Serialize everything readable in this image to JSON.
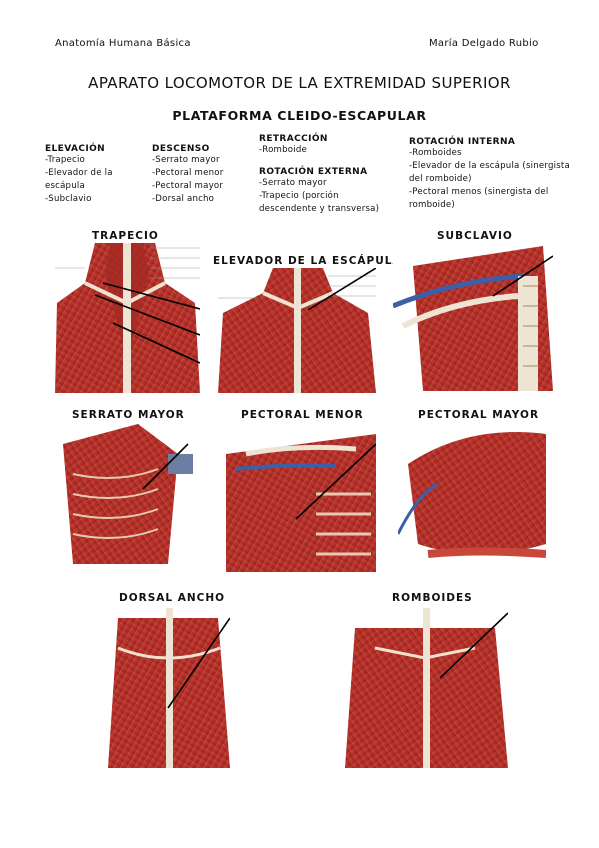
{
  "header": {
    "left": "Anatomía Humana Básica",
    "right": "María Delgado Rubio"
  },
  "title": "APARATO LOCOMOTOR DE LA EXTREMIDAD SUPERIOR",
  "subtitle": "PLATAFORMA CLEIDO-ESCAPULAR",
  "movements": {
    "elevacion": {
      "heading": "ELEVACIÓN",
      "items": [
        "-Trapecio",
        "-Elevador de la",
        "escápula",
        "-Subclavio"
      ]
    },
    "descenso": {
      "heading": "DESCENSO",
      "items": [
        "-Serrato mayor",
        "-Pectoral menor",
        "-Pectoral mayor",
        "-Dorsal ancho"
      ]
    },
    "retraccion": {
      "heading": "RETRACCIÓN",
      "items": [
        "-Romboide"
      ]
    },
    "rotacion_externa": {
      "heading": "ROTACIÓN EXTERNA",
      "items": [
        "-Serrato mayor",
        "-Trapecio (porción",
        "descendente y transversa)"
      ]
    },
    "rotacion_interna": {
      "heading": "ROTACIÓN INTERNA",
      "items": [
        "-Romboides",
        "-Elevador de la escápula (sinergista",
        "del romboide)",
        "-Pectoral menos (sinergista del",
        "romboide)"
      ]
    }
  },
  "muscles": {
    "trapecio": "TRAPECIO",
    "elevador": "ELEVADOR DE LA ESCÁPULA",
    "subclavio": "SUBCLAVIO",
    "serrato": "SERRATO MAYOR",
    "pectoral_menor": "PECTORAL MENOR",
    "pectoral_mayor": "PECTORAL MAYOR",
    "dorsal": "DORSAL ANCHO",
    "romboides": "ROMBOIDES"
  },
  "colors": {
    "muscle": "#b8322a",
    "muscle_dark": "#8e1f1a",
    "bone": "#e9e1cf",
    "tendon": "#f1e4d0",
    "vessel": "#3b5fa8"
  }
}
